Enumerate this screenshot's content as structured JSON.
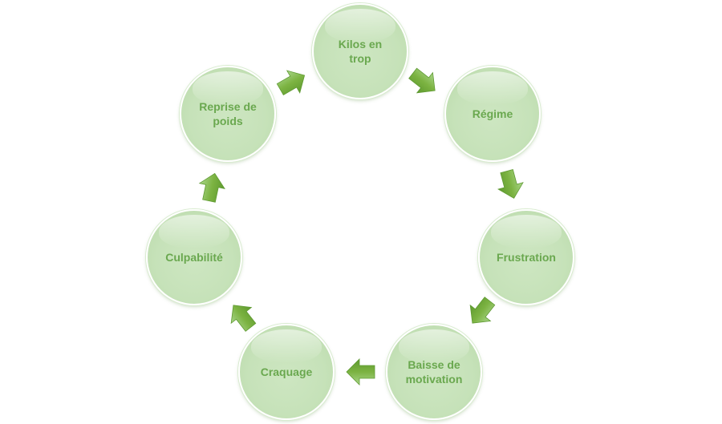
{
  "diagram": {
    "type": "cycle",
    "colors": {
      "node_fill": "#c6e2b9",
      "label_text": "#6aa84f",
      "arrow_fill": "#7cb342"
    },
    "nodes": [
      {
        "label": "Kilos en\ntrop"
      },
      {
        "label": "Régime"
      },
      {
        "label": "Frustration"
      },
      {
        "label": "Baisse de\nmotivation"
      },
      {
        "label": "Craquage"
      },
      {
        "label": "Culpabilité"
      },
      {
        "label": "Reprise de\npoids"
      }
    ]
  }
}
